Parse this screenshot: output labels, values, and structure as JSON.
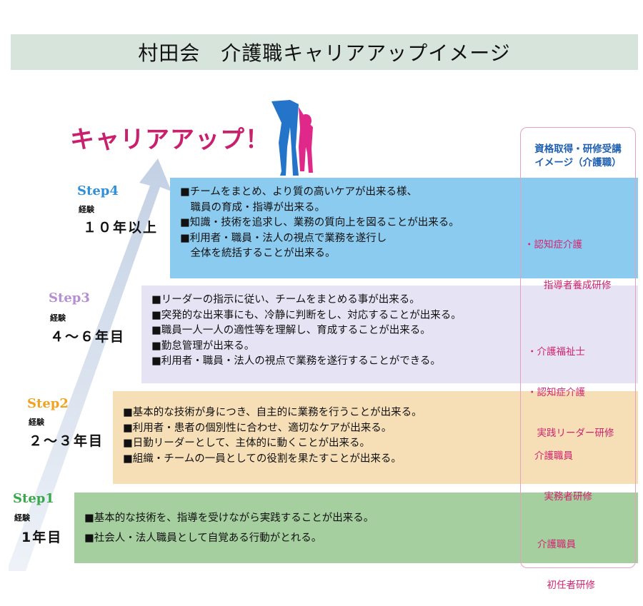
{
  "title": "村田会　介護職キャリアアップイメージ",
  "career_up": "キャリアアップ！",
  "right_header": {
    "line1": "資格取得・研修受講",
    "line2": "イメージ（介護職）"
  },
  "steps": {
    "step4": {
      "name": "Step4",
      "exp": "経験",
      "years": "１０年以上",
      "color": "#2f8fd8",
      "lines": [
        "■チームをまとめ、より質の高いケアが出来る様、",
        "　職員の育成・指導が出来る。",
        "■知識・技術を追求し、業務の質向上を図ることが出来る。",
        "■利用者・職員・法人の視点で業務を遂行し",
        "　全体を統括することが出来る。"
      ],
      "qual": [
        "・認知症介護",
        "　　指導者養成研修"
      ]
    },
    "step3": {
      "name": "Step3",
      "exp": "経験",
      "years": "４～６年目",
      "color": "#b58fd0",
      "lines": [
        "■リーダーの指示に従い、チームをまとめる事が出来る。",
        "■突発的な出来事にも、冷静に判断をし、対応することが出来る。",
        "■職員一人一人の適性等を理解し、育成することが出来る。",
        "■勤怠管理が出来る。",
        "■利用者・職員・法人の視点で業務を遂行することができる。"
      ],
      "qual": [
        "・介護福祉士",
        "・認知症介護",
        "　実践リーダー研修"
      ]
    },
    "step2": {
      "name": "Step2",
      "exp": "経験",
      "years": "２～３年目",
      "color": "#f0a323",
      "lines": [
        "■基本的な技術が身につき、自主的に業務を行うことが出来る。",
        "■利用者・患者の個別性に合わせ、適切なケアが出来る。",
        "■日勤リーダーとして、主体的に動くことが出来る。",
        "■組織・チームの一員としての役割を果たすことが出来る。"
      ],
      "qual": [
        "介護職員",
        "　実務者研修"
      ]
    },
    "step1": {
      "name": "Step1",
      "exp": "経験",
      "years": "1年目",
      "color": "#3aa84a",
      "lines": [
        "■基本的な技術を、指導を受けながら実践することが出来る。",
        "■社会人・法人職員として自覚ある行動がとれる。"
      ],
      "qual": [
        "介護職員",
        "　初任者研修"
      ]
    }
  }
}
